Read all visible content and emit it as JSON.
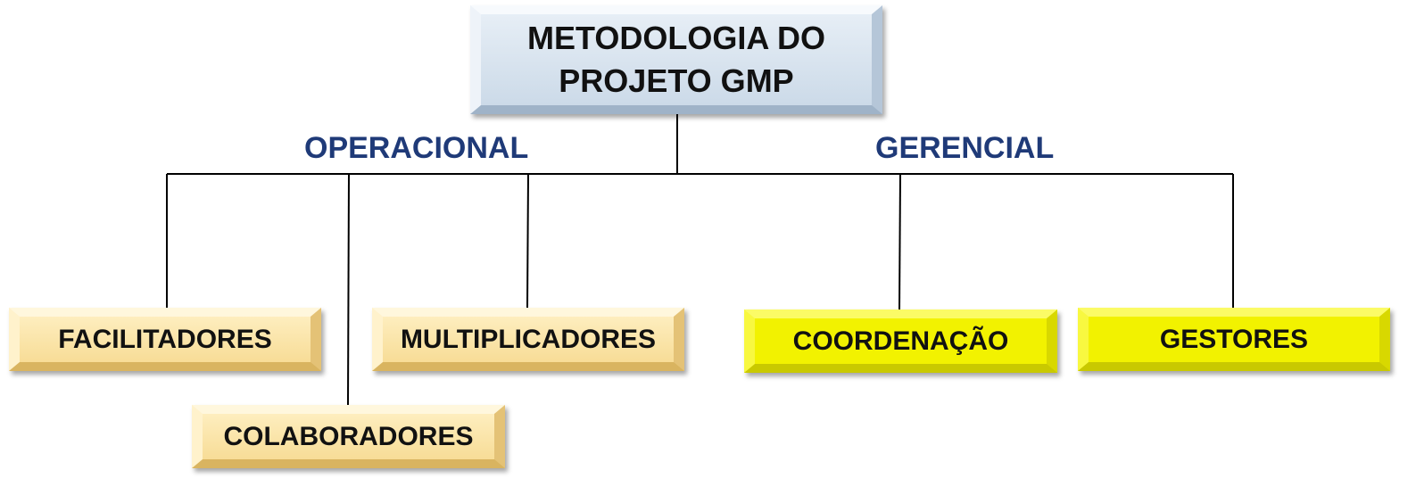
{
  "root": {
    "line1": "METODOLOGIA DO",
    "line2": "PROJETO GMP"
  },
  "branches": {
    "left": "OPERACIONAL",
    "right": "GERENCIAL"
  },
  "nodes": {
    "facilitadores": "FACILITADORES",
    "colaboradores": "COLABORADORES",
    "multiplicadores": "MULTIPLICADORES",
    "coordenacao": "COORDENAÇÃO",
    "gestores": "GESTORES"
  },
  "colors": {
    "root_fill": "#d8e4f0",
    "operational_fill": "#fbe4a6",
    "managerial_fill": "#f2f200",
    "branch_label": "#1f3a78",
    "connector": "#000000"
  }
}
